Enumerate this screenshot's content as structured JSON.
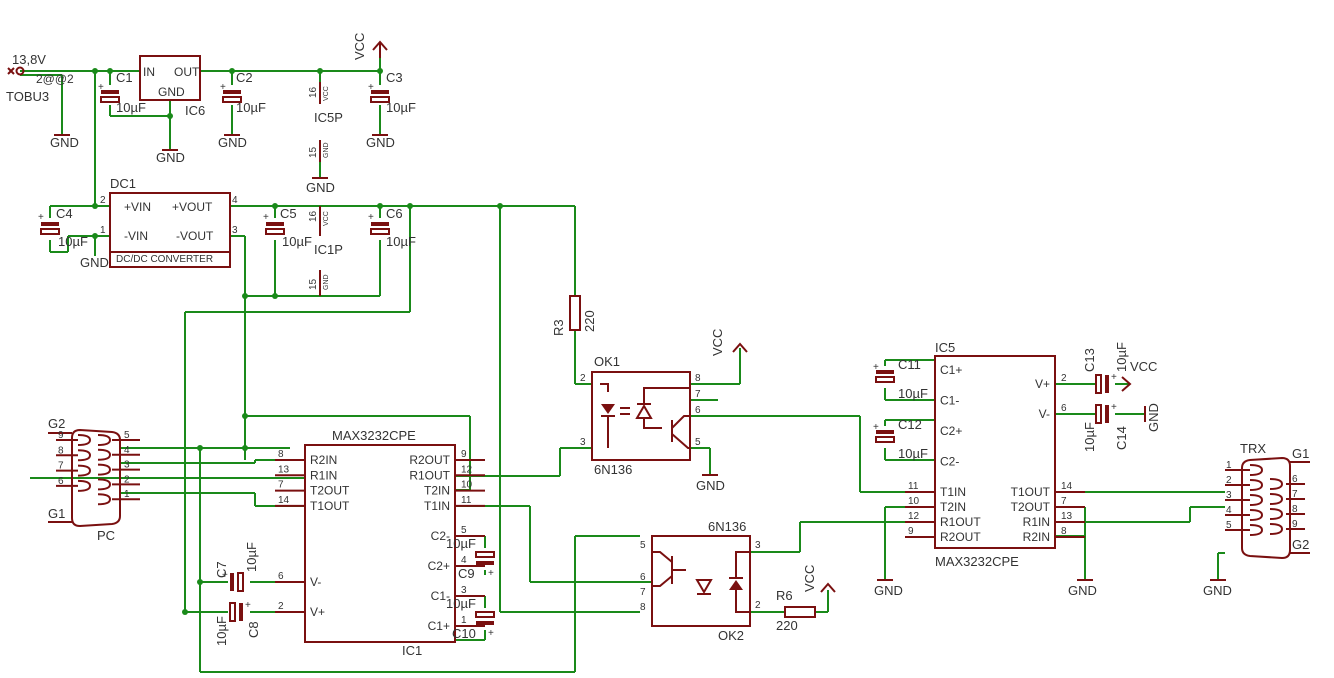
{
  "supply": {
    "voltage": "13,8V",
    "connector": "TOBU3",
    "pins": "2@@2"
  },
  "ic6": {
    "name": "IC6",
    "pin_in": "IN",
    "pin_out": "OUT",
    "pin_gnd": "GND"
  },
  "dc1": {
    "name": "DC1",
    "vin_p": "+VIN",
    "vin_n": "-VIN",
    "vout_p": "+VOUT",
    "vout_n": "-VOUT",
    "label": "DC/DC CONVERTER",
    "pin2": "2",
    "pin1": "1",
    "pin4": "4",
    "pin3": "3"
  },
  "ic5p": {
    "name": "IC5P",
    "vcc": "VCC",
    "gnd": "GND",
    "p16": "16",
    "p15": "15"
  },
  "ic1p": {
    "name": "IC1P",
    "vcc": "VCC",
    "gnd": "GND",
    "p16": "16",
    "p15": "15"
  },
  "caps": {
    "c1": {
      "name": "C1",
      "value": "10µF"
    },
    "c2": {
      "name": "C2",
      "value": "10µF"
    },
    "c3": {
      "name": "C3",
      "value": "10µF"
    },
    "c4": {
      "name": "C4",
      "value": "10µF"
    },
    "c5": {
      "name": "C5",
      "value": "10µF"
    },
    "c6": {
      "name": "C6",
      "value": "10µF"
    },
    "c7": {
      "name": "C7",
      "value": "10µF"
    },
    "c8": {
      "name": "C8",
      "value": "10µF"
    },
    "c9": {
      "name": "C9",
      "value": "10µF"
    },
    "c10": {
      "name": "C10",
      "value": "10µF"
    },
    "c11": {
      "name": "C11",
      "value": "10µF"
    },
    "c12": {
      "name": "C12",
      "value": "10µF"
    },
    "c13": {
      "name": "C13",
      "value": "10µF"
    },
    "c14": {
      "name": "C14",
      "value": "10µF"
    }
  },
  "net": {
    "vcc": "VCC",
    "gnd": "GND"
  },
  "r3": {
    "name": "R3",
    "value": "220"
  },
  "r6": {
    "name": "R6",
    "value": "220"
  },
  "ok1": {
    "name": "OK1",
    "part": "6N136",
    "p2": "2",
    "p3": "3",
    "p8": "8",
    "p7": "7",
    "p6": "6",
    "p5": "5"
  },
  "ok2": {
    "name": "OK2",
    "part": "6N136",
    "p5": "5",
    "p6": "6",
    "p7": "7",
    "p8": "8",
    "p3": "3",
    "p2": "2"
  },
  "ic1": {
    "name": "IC1",
    "part": "MAX3232CPE",
    "left_pins": [
      {
        "num": "8",
        "label": "R2IN"
      },
      {
        "num": "13",
        "label": "R1IN"
      },
      {
        "num": "7",
        "label": "T2OUT"
      },
      {
        "num": "14",
        "label": "T1OUT"
      }
    ],
    "right_pins": [
      {
        "num": "9",
        "label": "R2OUT"
      },
      {
        "num": "12",
        "label": "R1OUT"
      },
      {
        "num": "10",
        "label": "T2IN"
      },
      {
        "num": "11",
        "label": "T1IN"
      }
    ],
    "cap_pins": [
      {
        "num": "5",
        "label": "C2-"
      },
      {
        "num": "4",
        "label": "C2+"
      },
      {
        "num": "3",
        "label": "C1-"
      },
      {
        "num": "1",
        "label": "C1+"
      }
    ],
    "v_pins": [
      {
        "num": "6",
        "label": "V-"
      },
      {
        "num": "2",
        "label": "V+"
      }
    ]
  },
  "ic5": {
    "name": "IC5",
    "part": "MAX3232CPE",
    "cap_pins": [
      {
        "label": "C1+"
      },
      {
        "label": "C1-"
      },
      {
        "label": "C2+"
      },
      {
        "label": "C2-"
      }
    ],
    "v_pins": [
      {
        "num": "2",
        "label": "V+"
      },
      {
        "num": "6",
        "label": "V-"
      }
    ],
    "left_pins": [
      {
        "num": "11",
        "label": "T1IN"
      },
      {
        "num": "10",
        "label": "T2IN"
      },
      {
        "num": "12",
        "label": "R1OUT"
      },
      {
        "num": "9",
        "label": "R2OUT"
      }
    ],
    "right_pins": [
      {
        "num": "14",
        "label": "T1OUT"
      },
      {
        "num": "7",
        "label": "T2OUT"
      },
      {
        "num": "13",
        "label": "R1IN"
      },
      {
        "num": "8",
        "label": "R2IN"
      }
    ]
  },
  "pc": {
    "name": "PC",
    "g1": "G1",
    "g2": "G2",
    "left_pins": [
      "9",
      "8",
      "7",
      "6"
    ],
    "right_pins": [
      "5",
      "4",
      "3",
      "2",
      "1"
    ]
  },
  "trx": {
    "name": "TRX",
    "g1": "G1",
    "g2": "G2",
    "left_pins": [
      "1",
      "2",
      "3",
      "4",
      "5"
    ],
    "right_pins": [
      "6",
      "7",
      "8",
      "9"
    ]
  }
}
